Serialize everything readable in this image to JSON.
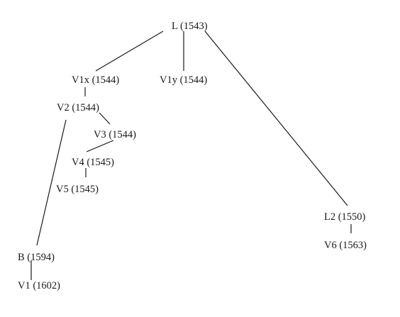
{
  "stemma": {
    "colors": {
      "ink": "#1a1a1a",
      "background": "#ffffff"
    },
    "nodes": {
      "L": "L (1543)",
      "V1x": "V1x (1544)",
      "V1y": "V1y (1544)",
      "V2": "V2 (1544)",
      "V3": "V3 (1544)",
      "V4": "V4 (1545)",
      "V5": "V5 (1545)",
      "L2": "L2 (1550)",
      "V6": "V6 (1563)",
      "B": "B (1594)",
      "V1": "V1 (1602)"
    },
    "edges": [
      [
        "L",
        "V1x"
      ],
      [
        "L",
        "V1y"
      ],
      [
        "L",
        "L2"
      ],
      [
        "V1x",
        "V2"
      ],
      [
        "V2",
        "V3"
      ],
      [
        "V3",
        "V4"
      ],
      [
        "V4",
        "V5"
      ],
      [
        "V2",
        "B"
      ],
      [
        "L2",
        "V6"
      ],
      [
        "B",
        "V1"
      ]
    ]
  }
}
